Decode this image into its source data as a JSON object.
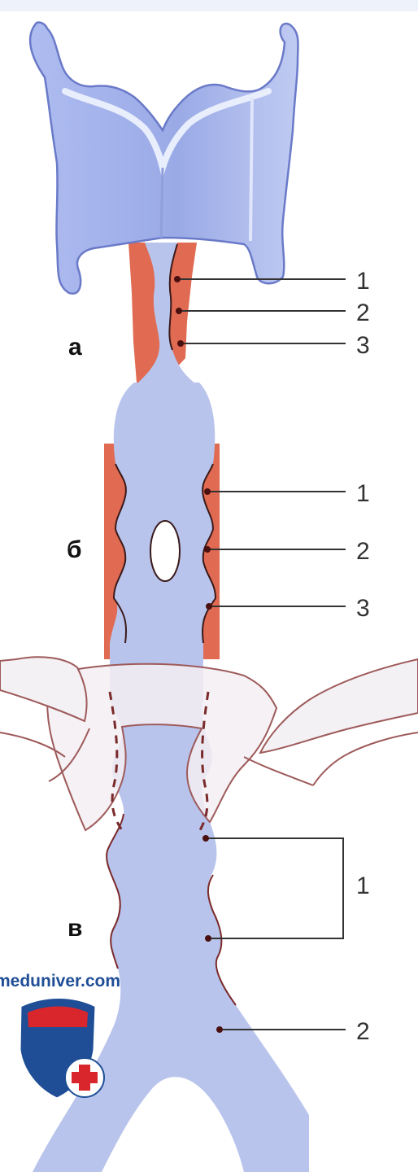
{
  "sections": {
    "a": {
      "label": "а",
      "callouts": [
        "1",
        "2",
        "3"
      ]
    },
    "b": {
      "label": "б",
      "callouts": [
        "1",
        "2",
        "3"
      ]
    },
    "c": {
      "label": "в",
      "callouts": [
        "1",
        "2"
      ]
    }
  },
  "watermark": {
    "text": "meduniver.com"
  },
  "colors": {
    "organ_fill": "#b8c4ec",
    "cartilage_fill": "#a9b8ee",
    "muscle": "#e06a52",
    "line": "#444444",
    "accent_blue": "#1f4e96",
    "accent_red": "#d9262c"
  }
}
